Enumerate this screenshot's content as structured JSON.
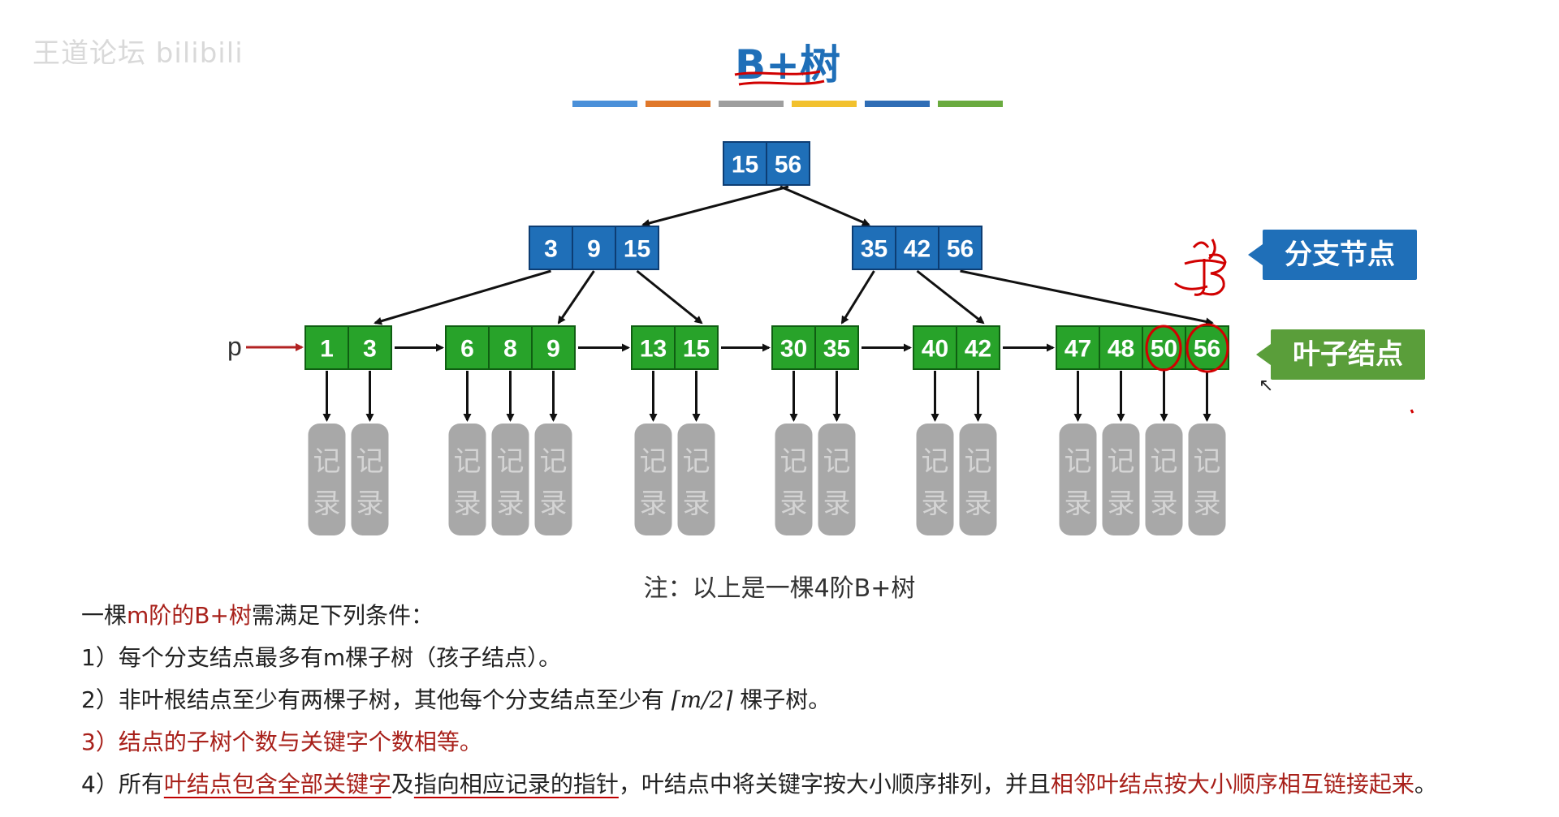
{
  "watermark": "王道论坛 bilibili",
  "title": "B+树",
  "title_bar_colors": [
    "#4a90d9",
    "#e0782a",
    "#9e9e9e",
    "#f2c12e",
    "#2f6db5",
    "#6aab3f"
  ],
  "tree": {
    "root": [
      "15",
      "56"
    ],
    "branches": [
      [
        "3",
        "9",
        "15"
      ],
      [
        "35",
        "42",
        "56"
      ]
    ],
    "leaves": [
      [
        "1",
        "3"
      ],
      [
        "6",
        "8",
        "9"
      ],
      [
        "13",
        "15"
      ],
      [
        "30",
        "35"
      ],
      [
        "40",
        "42"
      ],
      [
        "47",
        "48",
        "50",
        "56"
      ]
    ],
    "pointer_label": "p",
    "record_label": "记录"
  },
  "callouts": {
    "branch": "分支节点",
    "leaf": "叶子结点"
  },
  "colors": {
    "branch_fill": "#1f6fb8",
    "branch_border": "#0d3d73",
    "leaf_fill": "#28a32a",
    "leaf_border": "#0f5e12",
    "record_fill": "#a8a8a8",
    "arrow": "#111111",
    "pointer_arrow": "#b22222",
    "annotation": "#d10000"
  },
  "caption": "注：以上是一棵4阶B+树",
  "conditions": {
    "intro_pre": "一棵",
    "intro_red": "m阶的B+树",
    "intro_post": "需满足下列条件：",
    "c1": "1）每个分支结点最多有m棵子树（孩子结点）。",
    "c2_pre": "2）非叶根结点至少有两棵子树，其他每个分支结点至少有",
    "c2_math": "⌈m/2⌉",
    "c2_post": "棵子树。",
    "c3": "3）结点的子树个数与关键字个数相等。",
    "c4_a": "4）所有",
    "c4_b": "叶结点包含全部关键字",
    "c4_c": "及",
    "c4_d": "指向相应记录的指针",
    "c4_e": "，叶结点中将关键字按大小顺序排列，并且",
    "c4_f": "相邻叶结点按大小顺序相互链接起来",
    "c4_g": "。"
  }
}
